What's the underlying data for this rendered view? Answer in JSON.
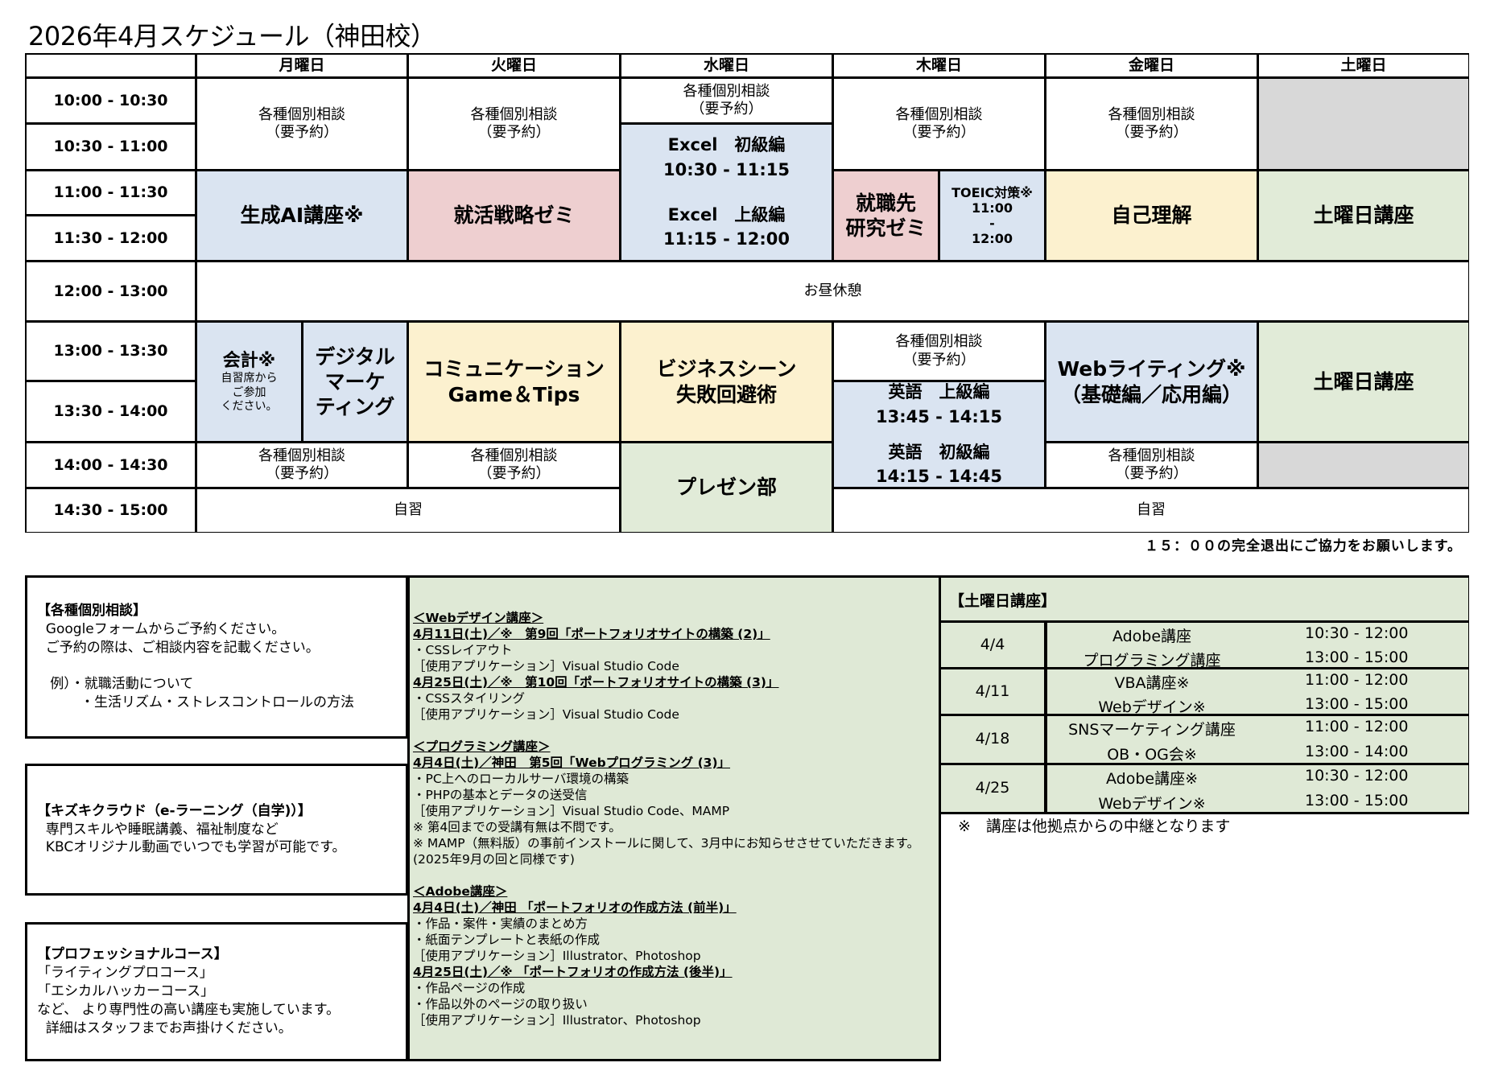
{
  "title": "2026年4月スケジュール（神田校）",
  "days": [
    "月曜日",
    "火曜日",
    "水曜日",
    "木曜日",
    "金曜日",
    "土曜日"
  ],
  "times": [
    "10:00 - 10:30",
    "10:30 - 11:00",
    "11:00 - 11:30",
    "11:30 - 12:00",
    "12:00 - 13:00",
    "13:00 - 13:30",
    "13:30 - 14:00",
    "14:00 - 14:30",
    "14:30 - 15:00"
  ],
  "consult": {
    "line1": "各種個別相談",
    "line2": "（要予約）"
  },
  "cells": {
    "mon_ai": "生成AI講座※",
    "tue_zemi": "就活戦略ゼミ",
    "wed_excel1": "Excel　初級編",
    "wed_excel1_time": "10:30 - 11:15",
    "wed_excel2": "Excel　上級編",
    "wed_excel2_time": "11:15 - 12:00",
    "thu_kenkyu": "就職先\n研究ゼミ",
    "thu_toeic": "TOEIC対策※",
    "thu_toeic_t1": "11:00",
    "thu_toeic_dash": "-",
    "thu_toeic_t2": "12:00",
    "fri_jiko": "自己理解",
    "sat_kouza": "土曜日講座",
    "lunch": "お昼休憩",
    "mon_kaikei": "会計※",
    "mon_kaikei_note": "自習席から\nご参加\nください。",
    "mon_digital": "デジタル\nマーケ\nティング",
    "tue_comm1": "コミュニケーション",
    "tue_comm2": "Game＆Tips",
    "wed_biz1": "ビジネスシーン",
    "wed_biz2": "失敗回避術",
    "thu_eigo1": "英語　上級編",
    "thu_eigo1_time": "13:45 - 14:15",
    "thu_eigo2": "英語　初級編",
    "thu_eigo2_time": "14:15 - 14:45",
    "fri_web1": "Webライティング※",
    "fri_web2": "（基礎編／応用編）",
    "wed_present": "プレゼン部",
    "jishu": "自習"
  },
  "exit_note": "１５：００の完全退出にご協力をお願いします。",
  "info_boxes": [
    {
      "heading": "【各種個別相談】",
      "body": "  Googleフォームからご予約ください。\n  ご予約の際は、ご相談内容を記載ください。\n\n   例）・就職活動について\n          ・生活リズム・ストレスコントロールの方法"
    },
    {
      "heading": "【キズキクラウド（e-ラーニング（自学)）】",
      "body": "  専門スキルや睡眠講義、福祉制度など\n  KBCオリジナル動画でいつでも学習が可能です。"
    },
    {
      "heading": "【プロフェッショナルコース】",
      "body": "「ライティングプロコース」\n「エシカルハッカーコース」\nなど、 より専門性の高い講座も実施しています。\n  詳細はスタッフまでお声掛けください。"
    }
  ],
  "courses": [
    {
      "heading": "＜Webデザイン講座＞",
      "sessions": [
        {
          "title": "4月11日(土)／※　第9回「ポートフォリオサイトの構築 (2)」",
          "lines": [
            "・CSSレイアウト",
            "［使用アプリケーション］Visual Studio Code"
          ]
        },
        {
          "title": "4月25日(土)／※　第10回「ポートフォリオサイトの構築 (3)」",
          "lines": [
            "・CSSスタイリング",
            "［使用アプリケーション］Visual Studio Code"
          ]
        }
      ]
    },
    {
      "heading": "＜プログラミング講座＞",
      "sessions": [
        {
          "title": "4月4日(土)／神田　第5回「Webプログラミング (3)」",
          "lines": [
            "・PC上へのローカルサーバ環境の構築",
            "・PHPの基本とデータの送受信",
            "［使用アプリケーション］Visual Studio Code、MAMP",
            "※ 第4回までの受講有無は不問です。",
            "※ MAMP（無料版）の事前インストールに関して、3月中にお知らせさせていただきます。(2025年9月の回と同様です)"
          ]
        }
      ]
    },
    {
      "heading": "＜Adobe講座＞",
      "sessions": [
        {
          "title": "4月4日(土)／神田 「ポートフォリオの作成方法 (前半)」",
          "lines": [
            "・作品・案件・実績のまとめ方",
            "・紙面テンプレートと表紙の作成",
            "［使用アプリケーション］Illustrator、Photoshop"
          ]
        },
        {
          "title": "4月25日(土)／※ 「ポートフォリオの作成方法 (後半)」",
          "lines": [
            "・作品ページの作成",
            "・作品以外のページの取り扱い",
            "［使用アプリケーション］Illustrator、Photoshop"
          ]
        }
      ]
    }
  ],
  "saturday": {
    "heading": "【土曜日講座】",
    "rows": [
      {
        "date": "4/4",
        "items": [
          {
            "name": "Adobe講座",
            "time": "10:30 - 12:00"
          },
          {
            "name": "プログラミング講座",
            "time": "13:00 - 15:00"
          }
        ]
      },
      {
        "date": "4/11",
        "items": [
          {
            "name": "VBA講座※",
            "time": "11:00 - 12:00"
          },
          {
            "name": "Webデザイン※",
            "time": "13:00 - 15:00"
          }
        ]
      },
      {
        "date": "4/18",
        "items": [
          {
            "name": "SNSマーケティング講座",
            "time": "11:00 - 12:00"
          },
          {
            "name": "OB・OG会※",
            "time": "13:00 - 14:00"
          }
        ]
      },
      {
        "date": "4/25",
        "items": [
          {
            "name": "Adobe講座※",
            "time": "10:30 - 12:00"
          },
          {
            "name": "Webデザイン※",
            "time": "13:00 - 15:00"
          }
        ]
      }
    ],
    "note": "※　講座は他拠点からの中継となります"
  },
  "colors": {
    "blue": "#dae4f1",
    "pink": "#eecfd0",
    "yellow": "#fcf1cf",
    "green": "#e1ebd8",
    "gray": "#d8d8d8"
  }
}
